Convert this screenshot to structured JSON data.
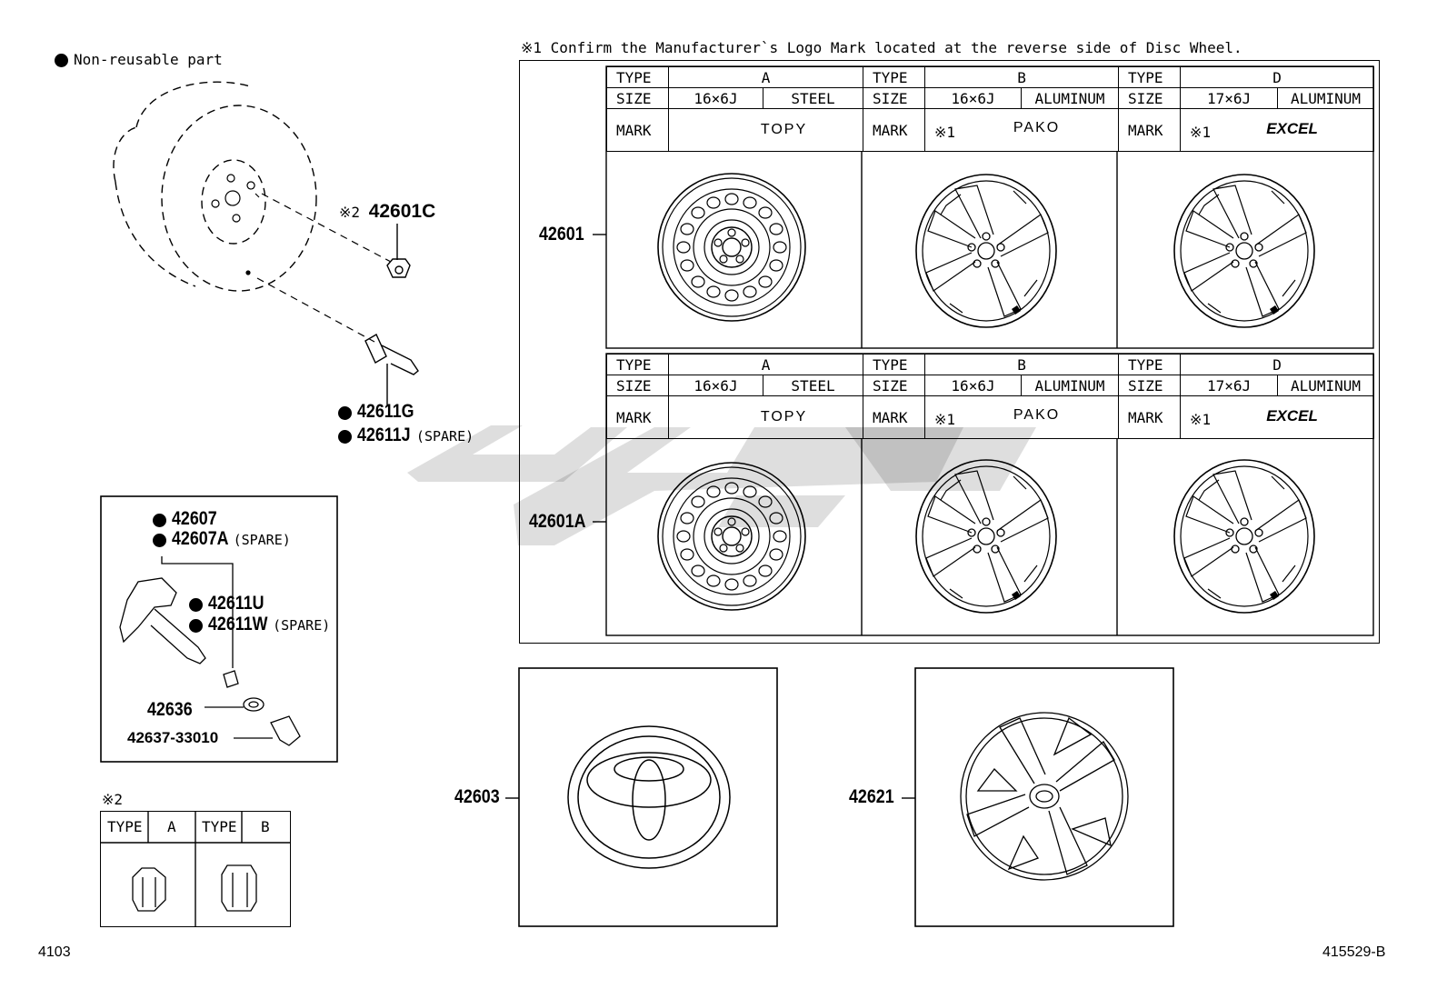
{
  "legend": {
    "non_reusable": "Non-reusable part"
  },
  "note1": "※1  Confirm the Manufacturer`s Logo Mark located at the reverse side of Disc Wheel.",
  "callouts": {
    "nut": "42601C",
    "nut_prefix": "※2",
    "valve": "42611G",
    "valve_spare": "42611J",
    "spare_tag": "(SPARE)",
    "sensor": "42607",
    "sensor_spare": "42607A",
    "valve_u": "42611U",
    "valve_w": "42611W",
    "grommet": "42636",
    "cap": "42637-33010",
    "wheel": "42601",
    "wheel_a": "42601A",
    "ornament": "42603",
    "cap_full": "42621"
  },
  "nut_table": {
    "note": "※2",
    "type_label": "TYPE",
    "types": [
      "A",
      "B"
    ]
  },
  "wheel_table": {
    "labels": {
      "type": "TYPE",
      "size": "SIZE",
      "mark": "MARK",
      "note": "※1"
    },
    "columns": [
      {
        "type": "A",
        "size": "16×6J",
        "material": "STEEL",
        "mark": "TOPY"
      },
      {
        "type": "B",
        "size": "16×6J",
        "material": "ALUMINUM",
        "mark": "PAKO"
      },
      {
        "type": "D",
        "size": "17×6J",
        "material": "ALUMINUM",
        "mark": "EXCEL"
      }
    ]
  },
  "footer": {
    "left": "4103",
    "right": "415529-B"
  }
}
